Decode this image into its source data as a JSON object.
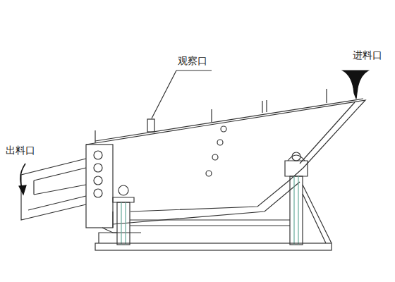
{
  "diagram": {
    "labels": [
      "观察口",
      "进料口",
      "出料口"
    ]
  }
}
